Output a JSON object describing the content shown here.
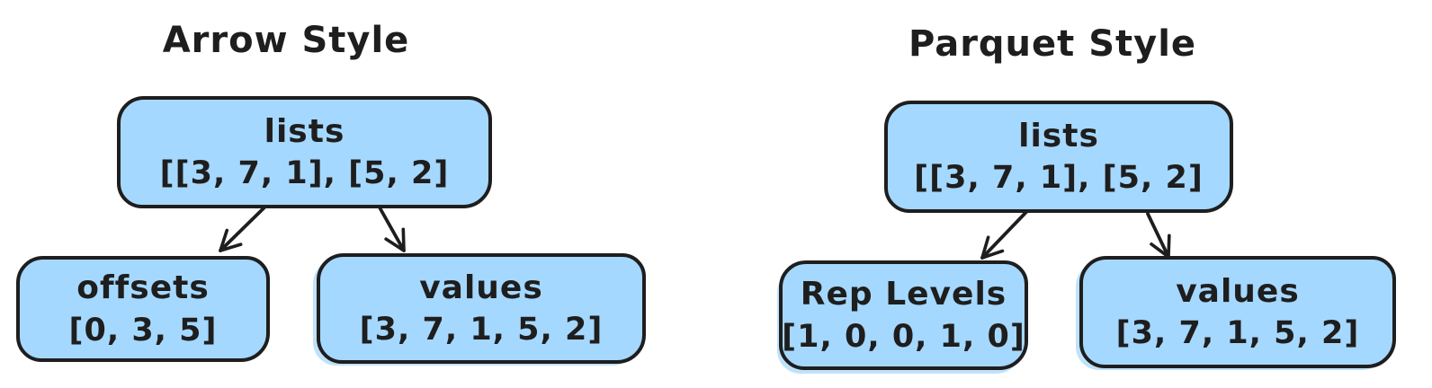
{
  "colors": {
    "background": "#ffffff",
    "box_fill": "#a5d8ff",
    "stroke": "#1e1e1e"
  },
  "diagrams": [
    {
      "title": "Arrow Style",
      "root": {
        "label": "lists",
        "value": "[[3, 7, 1], [5, 2]"
      },
      "children": [
        {
          "label": "offsets",
          "value": "[0, 3, 5]"
        },
        {
          "label": "values",
          "value": "[3, 7, 1, 5, 2]"
        }
      ]
    },
    {
      "title": "Parquet Style",
      "root": {
        "label": "lists",
        "value": "[[3, 7, 1], [5, 2]"
      },
      "children": [
        {
          "label": "Rep Levels",
          "value": "[1, 0, 0, 1, 0]"
        },
        {
          "label": "values",
          "value": "[3, 7, 1, 5, 2]"
        }
      ]
    }
  ]
}
